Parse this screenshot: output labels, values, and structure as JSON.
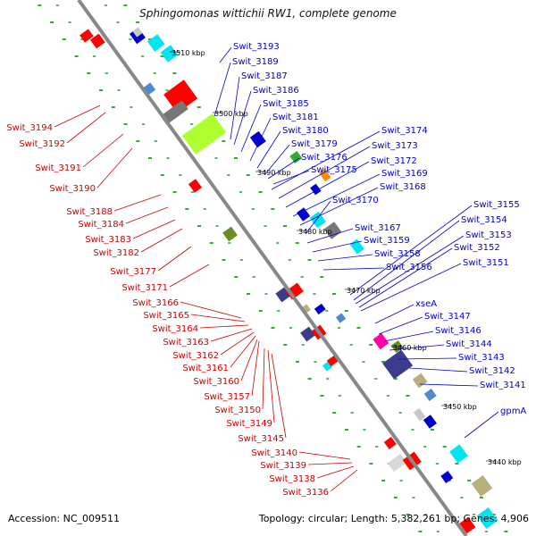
{
  "title": "Sphingomonas wittichii RW1, complete genome",
  "accession": "Accession: NC_009511",
  "footer": "Topology: circular; Length: 5,382,261 bp; Genes: 4,906",
  "colors": {
    "backbone": "#888888",
    "left_labels": "#cc0000",
    "right_labels": "#0000cc",
    "tick_dots": "#33aa33"
  },
  "kbp_marks": [
    "3510 kbp",
    "3500 kbp",
    "3490 kbp",
    "3480 kbp",
    "3470 kbp",
    "3460 kbp",
    "3450 kbp",
    "3440 kbp"
  ],
  "left_genes": [
    "Swit_3194",
    "Swit_3192",
    "Swit_3191",
    "Swit_3190",
    "Swit_3188",
    "Swit_3184",
    "Swit_3183",
    "Swit_3182",
    "Swit_3177",
    "Swit_3171",
    "Swit_3166",
    "Swit_3165",
    "Swit_3164",
    "Swit_3163",
    "Swit_3162",
    "Swit_3161",
    "Swit_3160",
    "Swit_3157",
    "Swit_3150",
    "Swit_3149",
    "Swit_3145",
    "Swit_3140",
    "Swit_3139",
    "Swit_3138",
    "Swit_3136"
  ],
  "right_genes": [
    "Swit_3193",
    "Swit_3189",
    "Swit_3187",
    "Swit_3186",
    "Swit_3185",
    "Swit_3181",
    "Swit_3180",
    "Swit_3179",
    "Swit_3176",
    "Swit_3175",
    "Swit_3174",
    "Swit_3173",
    "Swit_3172",
    "Swit_3169",
    "Swit_3168",
    "Swit_3170",
    "Swit_3167",
    "Swit_3159",
    "Swit_3158",
    "Swit_3156",
    "Swit_3155",
    "Swit_3154",
    "Swit_3153",
    "Swit_3152",
    "Swit_3151",
    "xseA",
    "Swit_3147",
    "Swit_3146",
    "Swit_3144",
    "Swit_3143",
    "Swit_3142",
    "Swit_3141",
    "gpmA"
  ]
}
